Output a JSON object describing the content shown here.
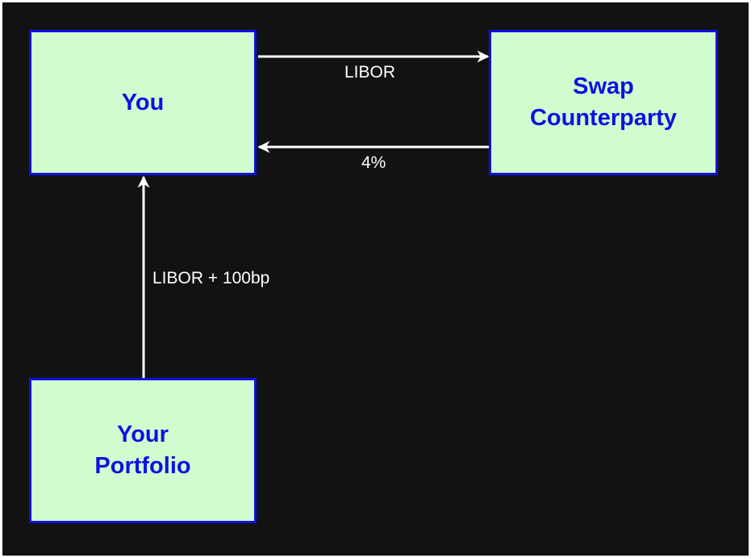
{
  "diagram": {
    "nodes": {
      "you": {
        "label": "You"
      },
      "swap_counterparty": {
        "label": "Swap\nCounterparty"
      },
      "your_portfolio": {
        "label": "Your\nPortfolio"
      }
    },
    "edges": [
      {
        "from": "You",
        "to": "Swap Counterparty",
        "label": "LIBOR"
      },
      {
        "from": "Swap Counterparty",
        "to": "You",
        "label": "4%"
      },
      {
        "from": "Your Portfolio",
        "to": "You",
        "label": "LIBOR + 100bp"
      }
    ]
  },
  "colors": {
    "background": "#121212",
    "node_fill": "#d0fdd0",
    "node_border": "#1010e0",
    "node_text": "#1010e0",
    "edge": "#ffffff"
  }
}
